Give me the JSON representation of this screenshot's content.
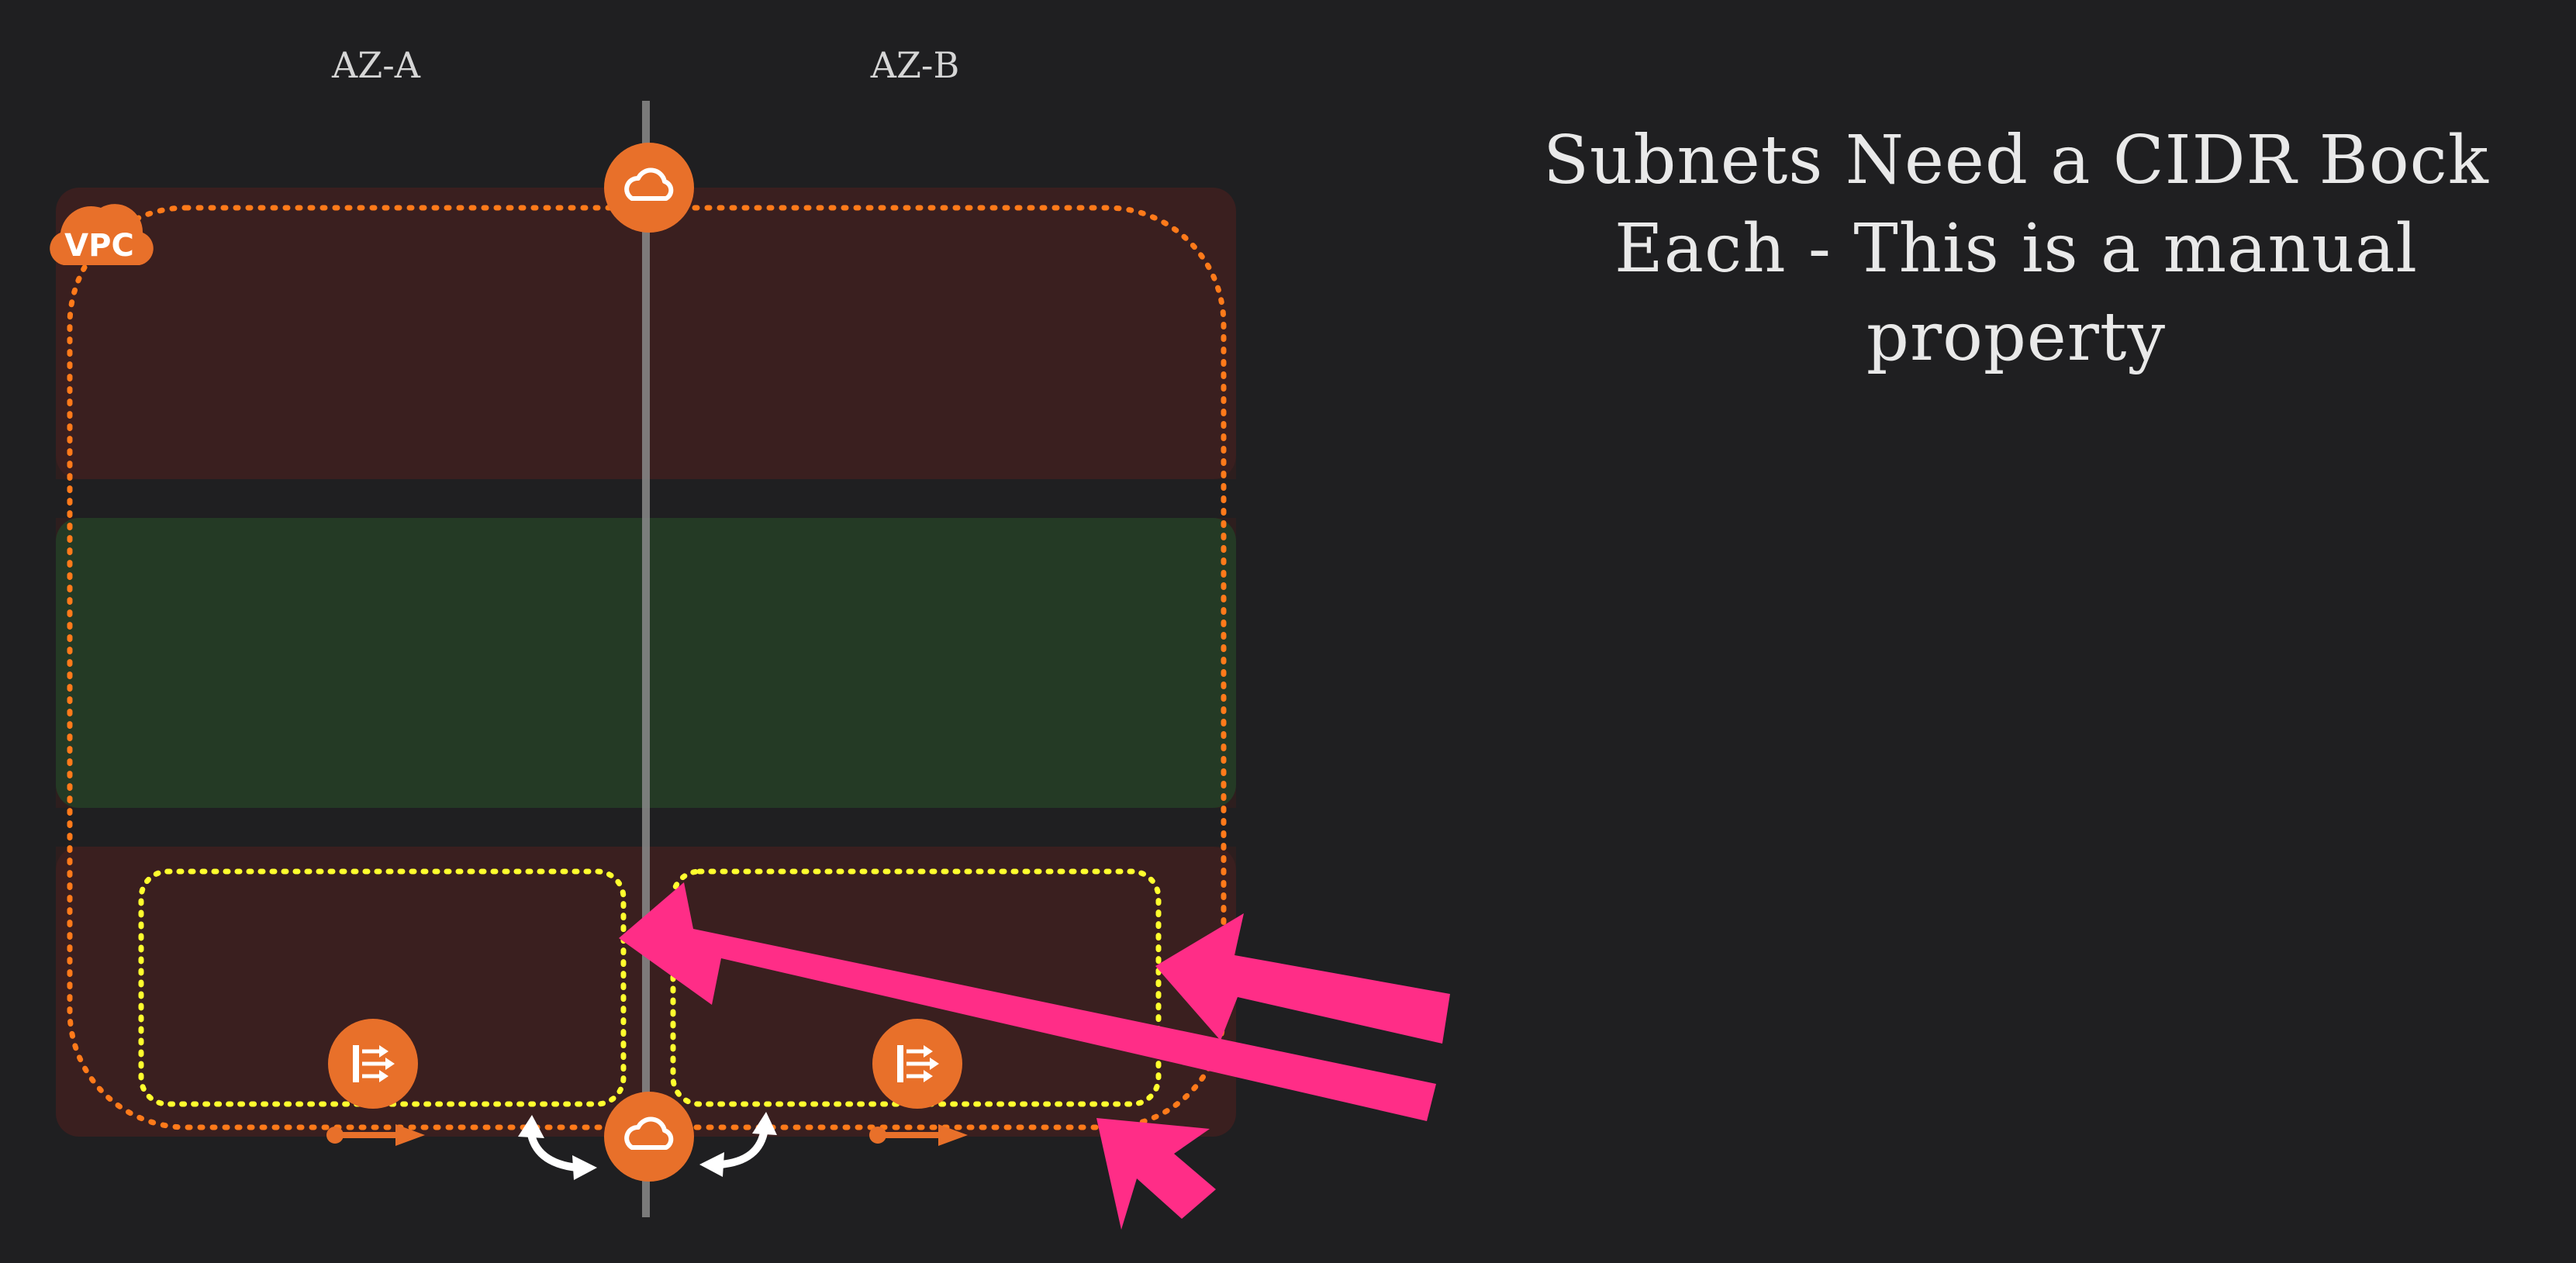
{
  "diagram": {
    "az_labels": [
      "AZ-A",
      "AZ-B"
    ],
    "vpc_badge": "VPC",
    "title_lines": [
      "Subnets Need a CIDR Bock",
      "Each - This is a manual",
      "property"
    ],
    "colors": {
      "background": "#1f1f21",
      "vpc_outline": "#ff7a1a",
      "aws_orange": "#e8702a",
      "subnet_outline": "#ffff2e",
      "highlight_arrow": "#ff2d87",
      "band_red": "#3b1f1f",
      "band_green": "#243a25",
      "az_divider": "#8a8a8a"
    },
    "icons": [
      "vpc-cloud-icon",
      "internet-gateway-icon",
      "virtual-private-gateway-icon",
      "nat-gateway-icon",
      "route-arrow-icon",
      "bidirectional-arrow-icon",
      "highlight-arrow-icon"
    ]
  }
}
